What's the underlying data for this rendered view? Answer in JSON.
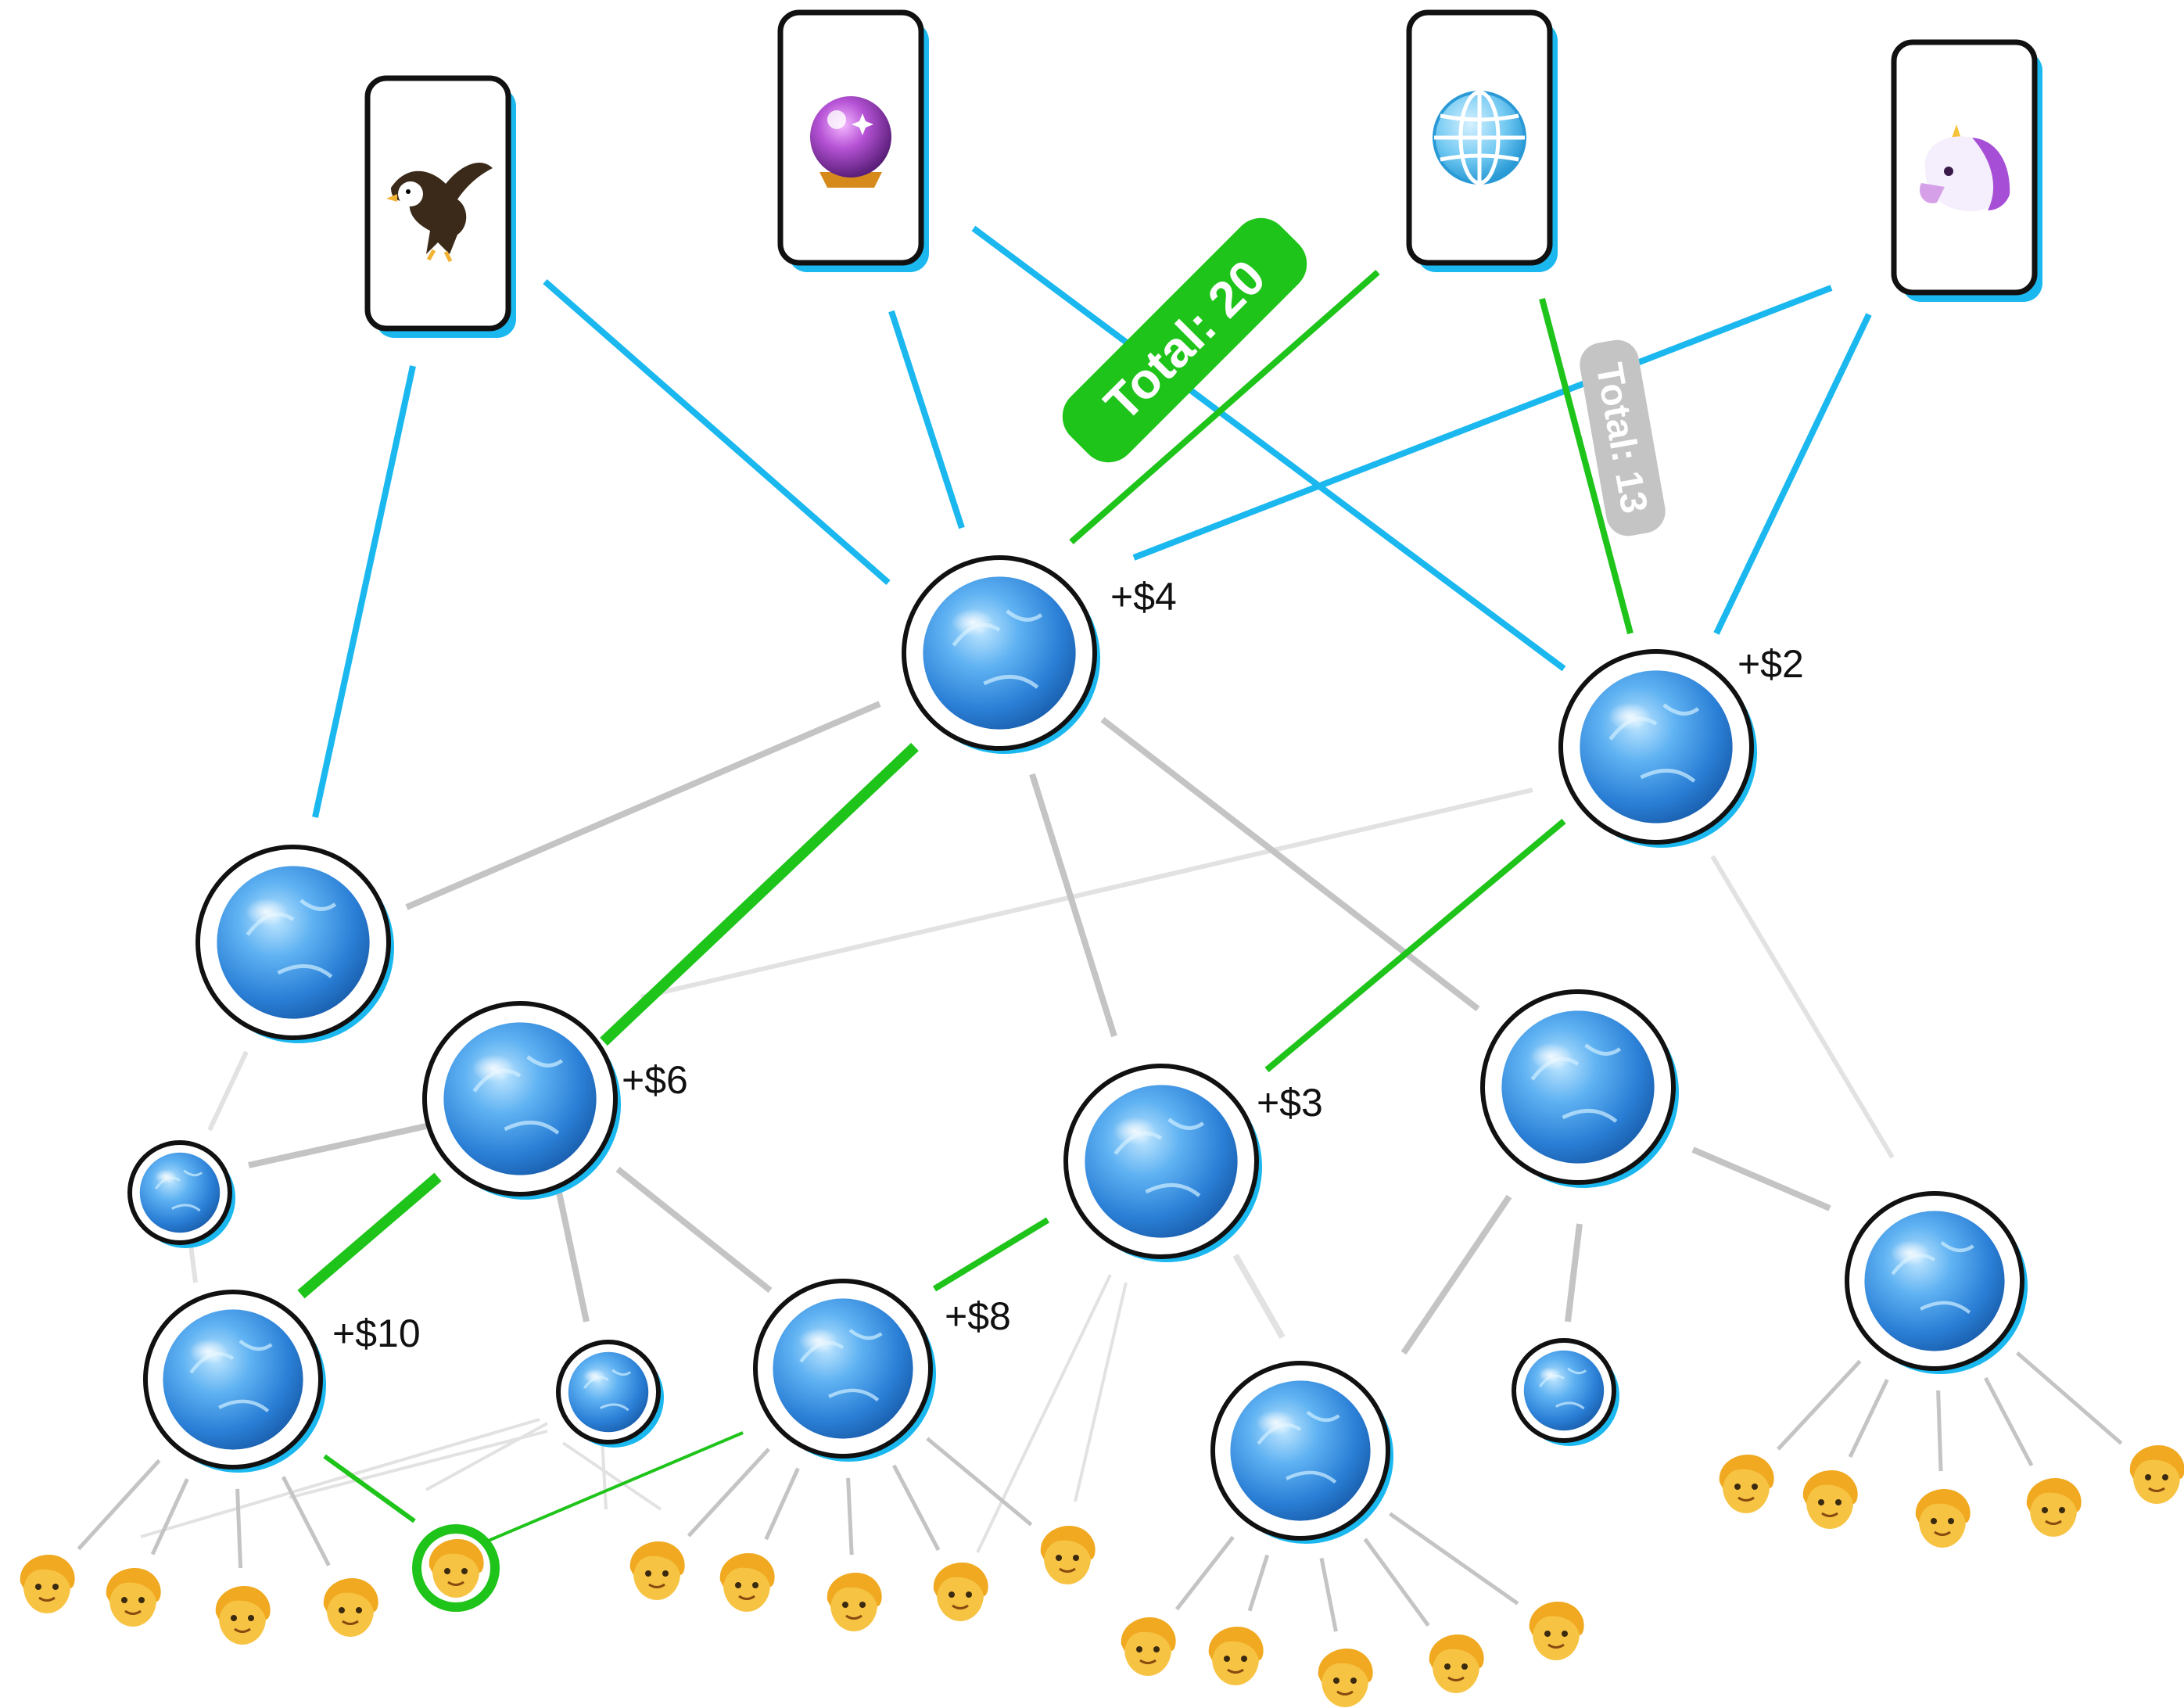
{
  "colors": {
    "background": "#ffffff",
    "link_blue": "#1ab8ef",
    "link_green": "#1fc41a",
    "link_gray": "#c4c4c4",
    "link_lightgray": "#e2e2e2",
    "badge_green": "#1fc41a",
    "badge_gray": "#c4c4c4",
    "highlight_ring": "#1fc41a",
    "node_fill": "#3d8fe0"
  },
  "sources": [
    {
      "name": "eagle",
      "icon": "eagle-icon"
    },
    {
      "name": "crystal-ball",
      "icon": "crystal-ball-icon"
    },
    {
      "name": "globe",
      "icon": "globe-with-meridians-icon"
    },
    {
      "name": "unicorn",
      "icon": "unicorn-icon"
    }
  ],
  "totals": {
    "green": "Total: 20",
    "gray": "Total: 13"
  },
  "gains": {
    "top_center": "+$4",
    "top_right": "+$2",
    "mid_left": "+$6",
    "mid_center": "+$3",
    "bottom_left": "+$10",
    "bottom_center": "+$8"
  },
  "people": {
    "icon": "person-blond-hair-icon",
    "count": 20,
    "highlighted": 5
  }
}
